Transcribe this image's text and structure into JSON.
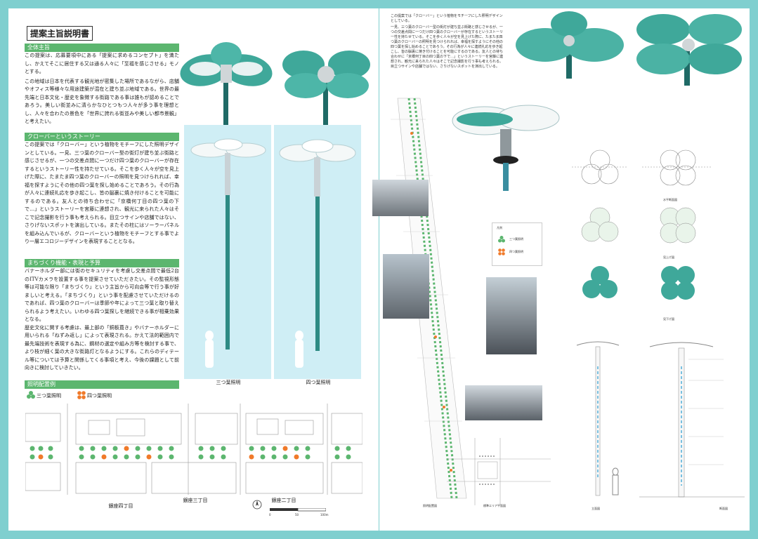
{
  "left": {
    "title": "提案主旨説明書",
    "sections": [
      {
        "heading": "全体主旨",
        "paragraphs": [
          "この提案は、応募要項中にある「提案に求めるコンセプト」を満たし、かえてそこに居住する又は通る人々に「至福を感じさせる」モノとする。",
          "この地域は日本を代表する観光地が密集した場所であるながら、店舗やオフィス等様々な用途建築が混在と建ち並ぶ地域である。世界の最先端と日本文化・歴史を象徴する街路である事は誰もが認めることであろう。美しい街並みに清らかなひとつもつ人々が多う事を理想とし、人々を合わたの景色を「世界に誇れる街並みや美しい都市景観」と考えたい。"
        ]
      },
      {
        "heading": "クローバーというストーリー",
        "paragraphs": [
          "この提案では「クローバー」という植物をモチーフにした照明デザインとしている。一見、三つ葉のクローバー型の街灯が建ち並ぶ街路と感じさせるが、一つの交差点間に一つだけ四つ葉のクローバーが存在するというストーリー性を持たせている。そこを歩く人々が空を見上げた際に、たまたま四つ葉のクローバーの照明を見つけられれば、幸福を探すようにその他の四つ葉を探し始めることであろう。その行為が人々に連続礼応を歩き起こし、皆の脳裏に焼き付けることを可能にするのである。友人との待ち合わせに「京橋何丁目の四つ葉の下で…」というストーリーを宮藤に連想され、観光に来られた人々はそこで記念撮影を行う事も考えられる。目立つサインや店舗ではない、さりげないスポットを演出している。またその柱にはソーラーパネルを組み込んでいるが、クローバーという植物をモチーフとする事でより一層エコロジーデザインを表現することとなる。"
        ]
      },
      {
        "heading": "まちづくり機能・表現と予算",
        "paragraphs": [
          "バナーホルダー部には街のセキュリティを考慮し交差点間で最低2台のITVカメラを設置する事を提案させていただきたい。その監視形態等は可能な限り「まちづくり」という主旨から可向会等で行う事が好ましいと考える。「まちづくり」という事を配慮させていただけるのであれば、四つ葉のクローバーは季節や年によって三つ葉と取り替えられるよう考えたい。いわゆる四つ葉探しを継続できる事が相乗効果となる。",
          "歴史文化に関する考慮は、最上部の「銅板葺き」やバナーホルダーに用いられる「ねずみ返し」によって表現される。かえて法的範囲内で最先端技術を表現する為に、鋼材の選定や組み方等を検討する事で、より枝が細く葉の大きな街路灯となるようにする。これらのディテール等については予算と関係してくる事項と考え、今後の課題として前向きに検討していきたい。"
        ]
      },
      {
        "heading": "照明配置例"
      }
    ],
    "panel_captions": [
      "三つ葉照明",
      "四つ葉照明"
    ],
    "legend": [
      "三つ葉照明",
      "四つ葉照明"
    ],
    "map_labels": [
      "銀座四丁目",
      "銀座三丁目",
      "銀座二丁目"
    ],
    "scale_labels": [
      "0",
      "50",
      "100m"
    ]
  },
  "right": {
    "top_paragraphs": [
      "この提案では「クローバー」という植物をモチーフにした照明デザインとしている。",
      "一見、三つ葉のクローバー型の街灯が建ち並ぶ街路と感じさせるが、一つの交差点間に一つだけ四つ葉のクローバーが存在するというストーリー性を持たせている。そこを歩く人々が空を見上げた際に、たまたま四つ葉のクローバーの照明を見つけられれば、幸福を探すようにその他の四つ葉を探し始めることであろう。その行為が人々に連続礼応を歩き起こし、皆の脳裏に焼き付けることを可能にするのである。友人との待ち合わせに「京橋何丁目の四つ葉の下で…」というストーリーを宮藤に連想され、観光に来られた人々はそこで記念撮影を行う事も考えられる。目立つサインや店舗ではない、さりげないスポットを演出している。"
    ],
    "legend": [
      "凡例",
      "三つ葉照明",
      "四つ葉照明"
    ],
    "plan_labels": [
      "水平断面図",
      "見上げ図",
      "見下げ図"
    ],
    "elevation_labels": [
      "立面図",
      "断面図"
    ],
    "bottom_labels": [
      "照明配置図",
      "標準エリア平面図"
    ]
  },
  "colors": {
    "background": "#7fcfcf",
    "accent_green": "#5cb66f",
    "leaf_teal": "#3fa89a",
    "four_leaf_orange": "#f07a2a",
    "panel_blue": "#cfeef5"
  }
}
